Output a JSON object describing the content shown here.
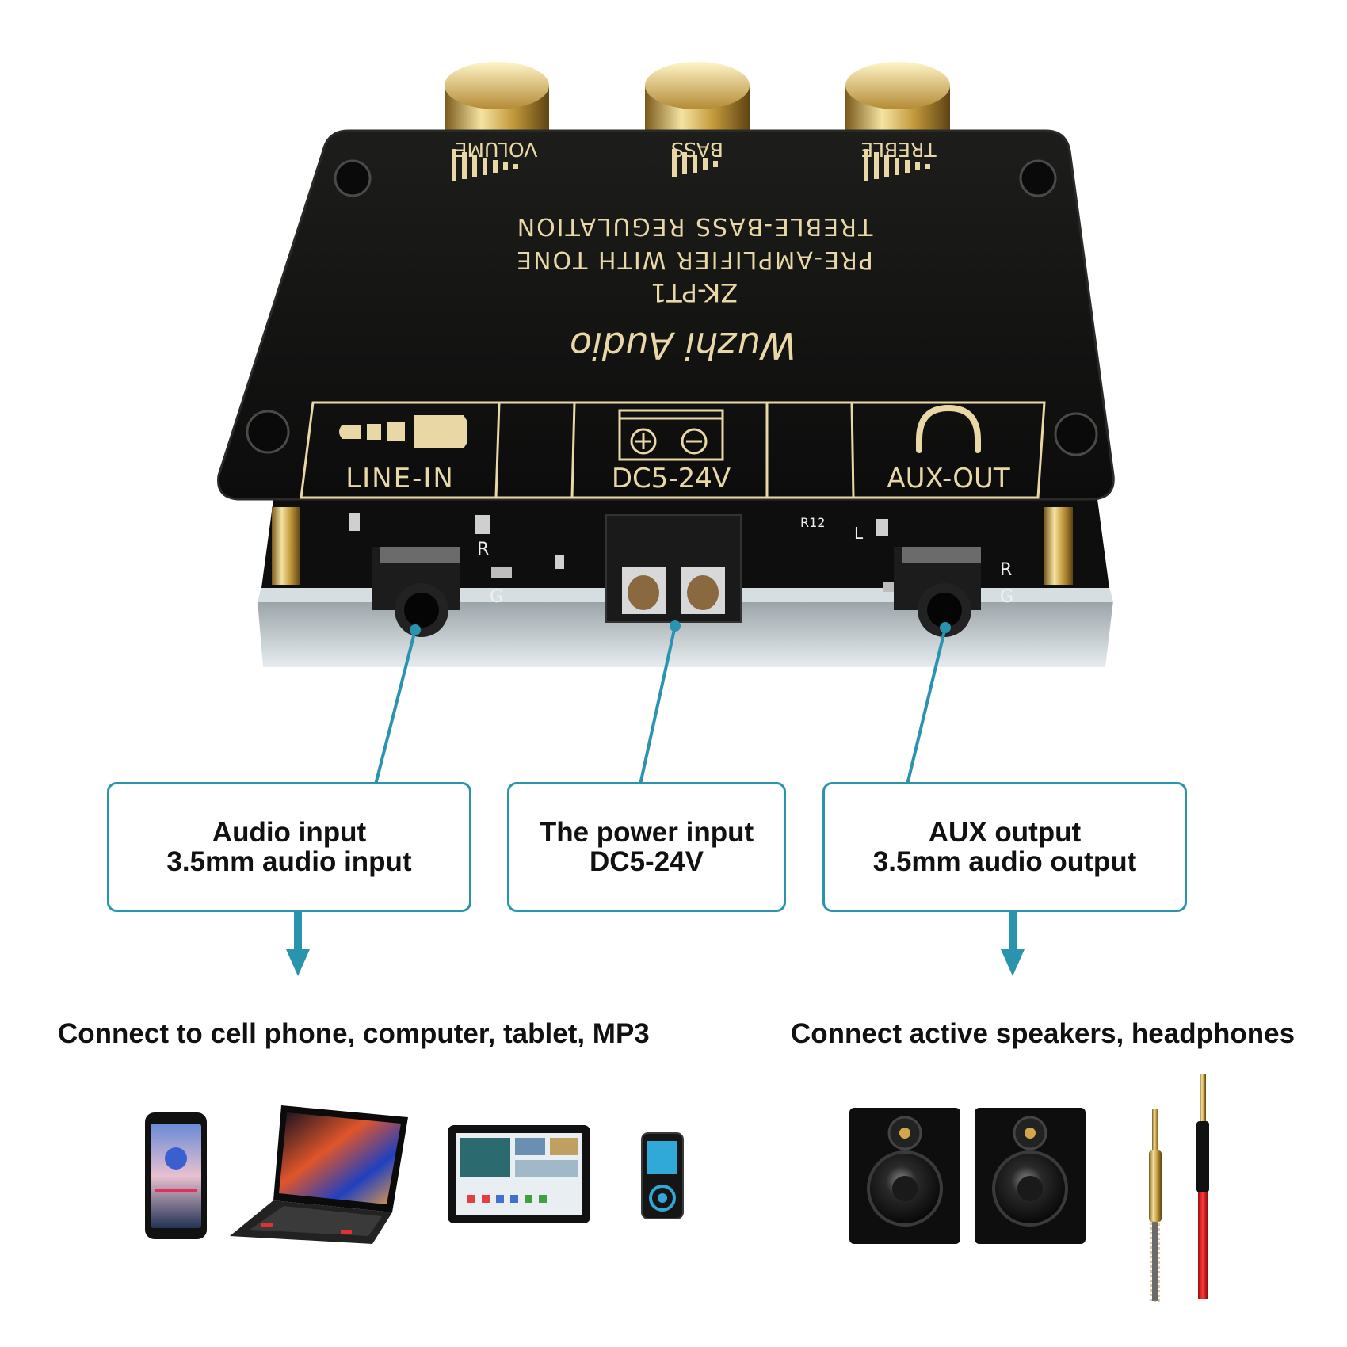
{
  "board": {
    "knobs": [
      "VOLUME",
      "BASS",
      "TREBLE"
    ],
    "title_lines": [
      "TREBLE-BASS  REGULATION",
      "PRE-AMPLIFIER WITH TONE",
      "ZK-PT1"
    ],
    "brand": "Wuzhi Audio",
    "ports": [
      "LINE-IN",
      "DC5-24V",
      "AUX-OUT"
    ],
    "pcb_marks": [
      "R",
      "G",
      "R",
      "G",
      "L",
      "R12"
    ]
  },
  "callouts": {
    "audio_in": {
      "line1": "Audio input",
      "line2": "3.5mm audio input"
    },
    "power_in": {
      "line1": "The power input",
      "line2": "DC5-24V"
    },
    "aux_out": {
      "line1": "AUX output",
      "line2": "3.5mm audio output"
    }
  },
  "captions": {
    "left": "Connect to cell phone, computer, tablet, MP3",
    "right": "Connect active speakers, headphones"
  },
  "devices_left": [
    "phone-icon",
    "laptop-icon",
    "tablet-icon",
    "mp3-player-icon"
  ],
  "devices_right": [
    "speaker-icon",
    "speaker-icon",
    "audio-plug-icon"
  ],
  "colors": {
    "accent": "#2a93ad",
    "board": "#151515",
    "silkscreen": "#e9d7a6",
    "brass": "#c9a44a"
  }
}
